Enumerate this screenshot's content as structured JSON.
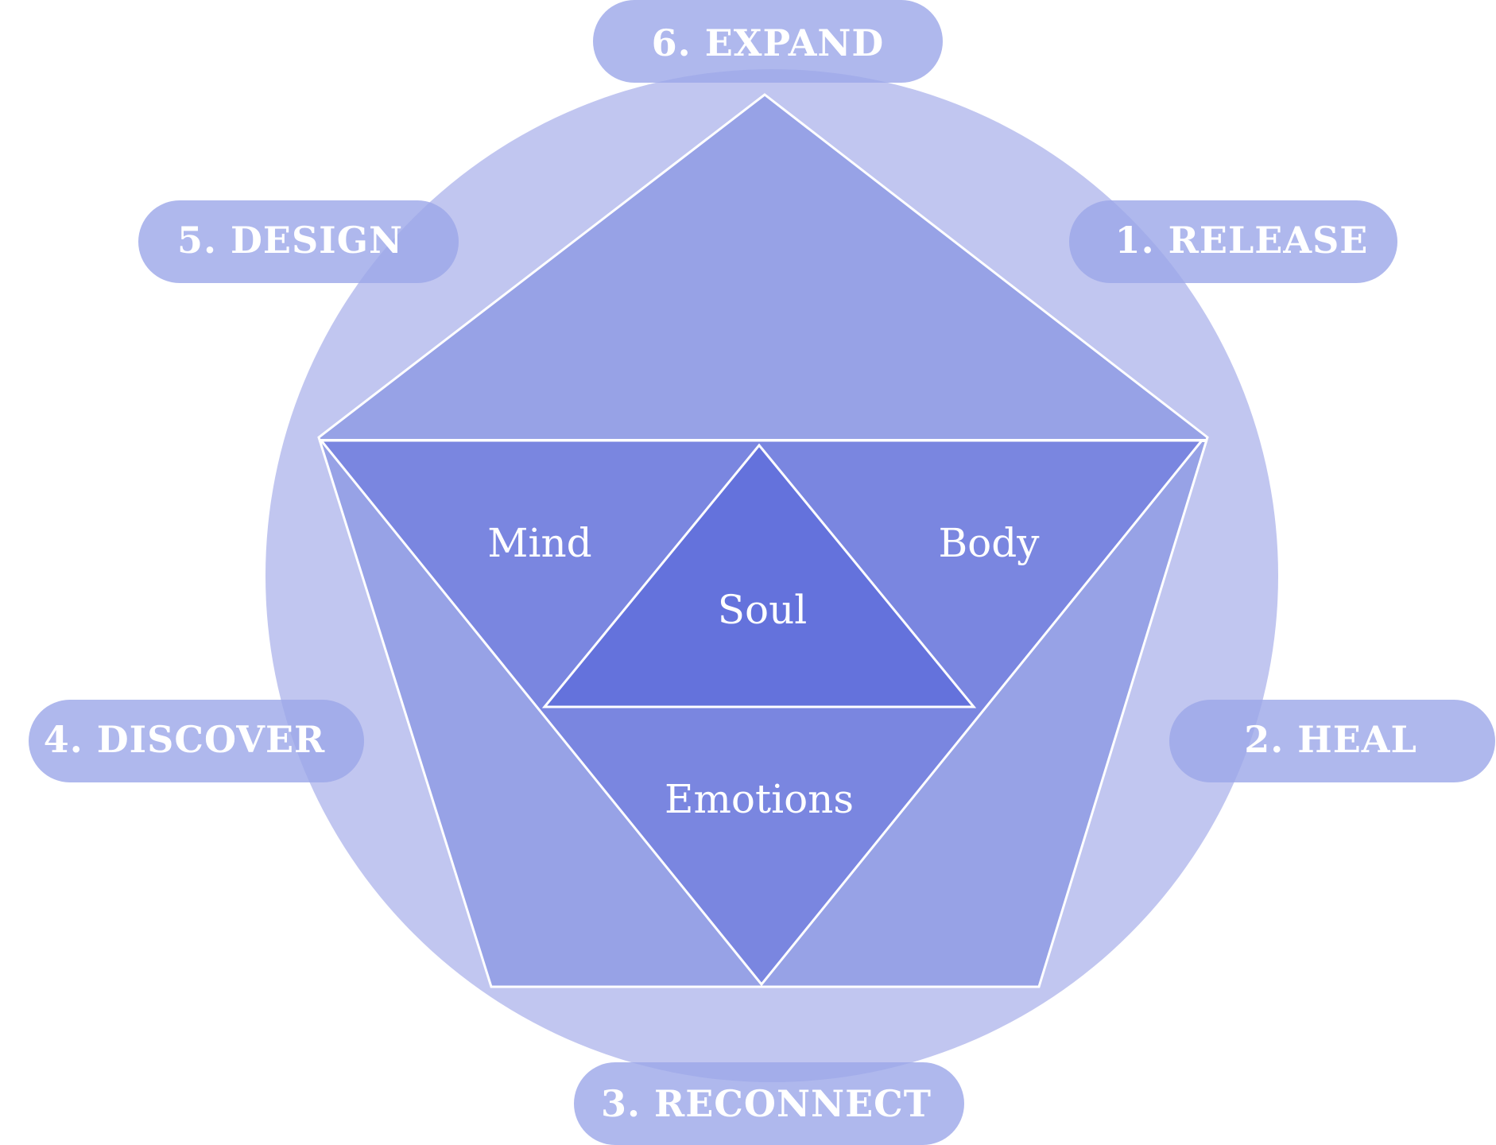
{
  "diagram": {
    "title": "",
    "colors": {
      "outer_circle": "#c1c6f0",
      "pentagon": "#97a2e6",
      "inner_triangle": "#7a86e0",
      "soul_triangle": "#6472dc",
      "pill": "#9ba6e8",
      "stroke": "#ffffff",
      "text": "#ffffff"
    },
    "center_labels": {
      "mind": "Mind",
      "body": "Body",
      "soul": "Soul",
      "emotions": "Emotions"
    },
    "steps": [
      {
        "number": 1,
        "label": "1. RELEASE"
      },
      {
        "number": 2,
        "label": "2. HEAL"
      },
      {
        "number": 3,
        "label": "3. RECONNECT"
      },
      {
        "number": 4,
        "label": "4. DISCOVER"
      },
      {
        "number": 5,
        "label": "5. DESIGN"
      },
      {
        "number": 6,
        "label": "6. EXPAND"
      }
    ]
  }
}
